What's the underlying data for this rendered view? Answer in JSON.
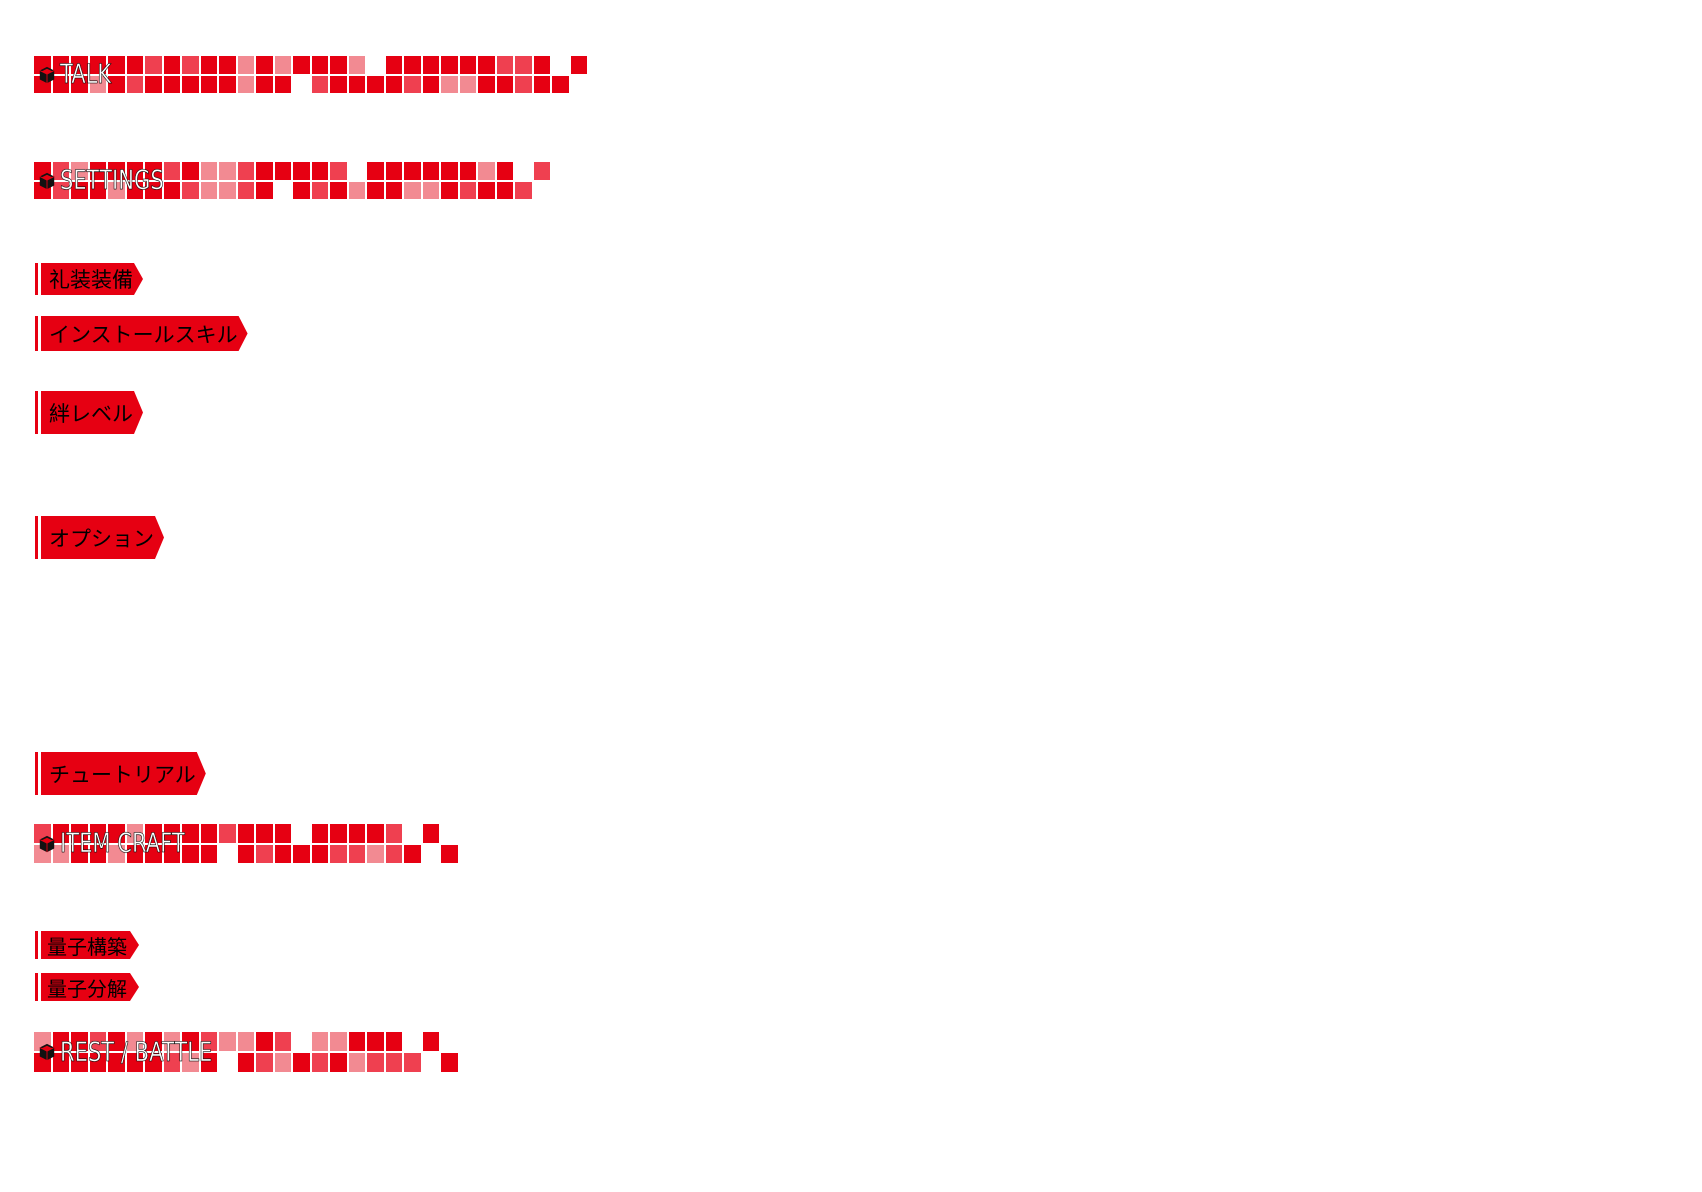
{
  "sections": {
    "talk": {
      "title": "TALK"
    },
    "settings": {
      "title": "SETTINGS"
    },
    "item_craft": {
      "title": "ITEM CRAFT"
    },
    "rest_battle": {
      "title": "REST / BATTLE"
    }
  },
  "menu": {
    "craft_essence_equip": "礼装装備",
    "install_skill": "インストールスキル",
    "bond_level": "絆レベル",
    "options": "オプション",
    "tutorial": "チュートリアル",
    "quantum_construct": "量子構築",
    "quantum_decompose": "量子分解"
  },
  "colors": {
    "accent_red": "#e60012",
    "mid_red": "#ef4050",
    "light_red": "#f28a92",
    "tag_text": "#000000",
    "title_text": "#ffffff"
  },
  "icons": {
    "section_marker": "cube-icon"
  }
}
